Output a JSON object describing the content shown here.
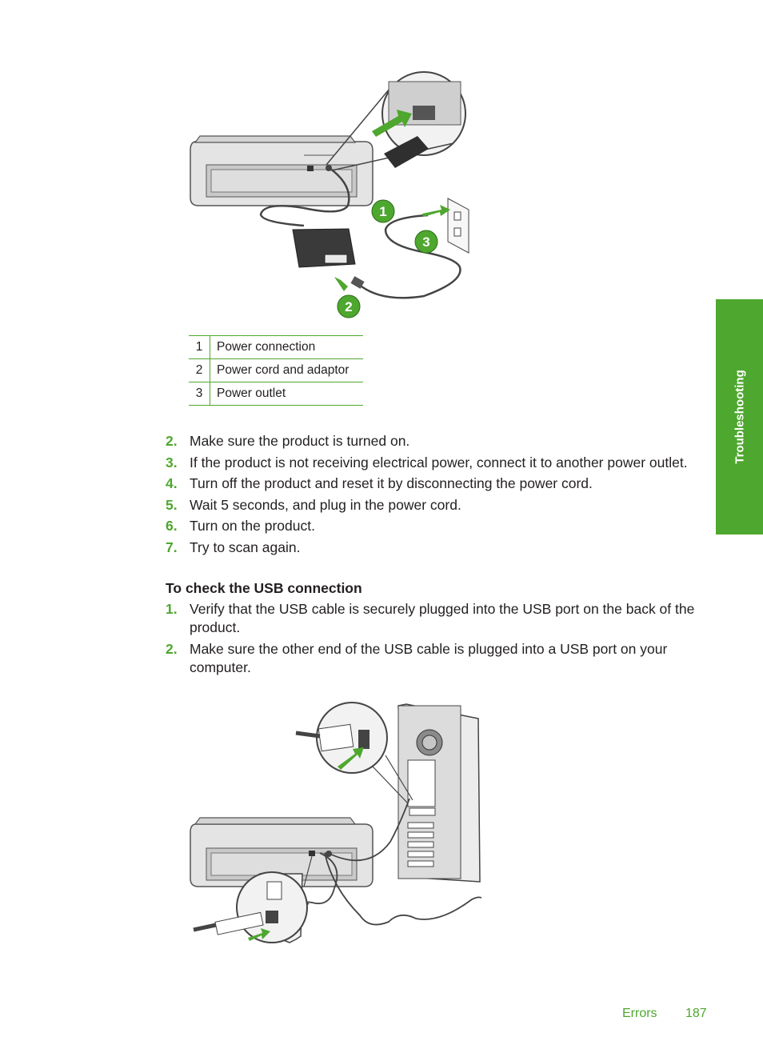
{
  "figure1": {
    "callouts": [
      "1",
      "2",
      "3"
    ],
    "table": [
      {
        "num": "1",
        "label": "Power connection"
      },
      {
        "num": "2",
        "label": "Power cord and adaptor"
      },
      {
        "num": "3",
        "label": "Power outlet"
      }
    ]
  },
  "steps_power": [
    {
      "num": "2.",
      "text": "Make sure the product is turned on."
    },
    {
      "num": "3.",
      "text": "If the product is not receiving electrical power, connect it to another power outlet."
    },
    {
      "num": "4.",
      "text": "Turn off the product and reset it by disconnecting the power cord."
    },
    {
      "num": "5.",
      "text": "Wait 5 seconds, and plug in the power cord."
    },
    {
      "num": "6.",
      "text": "Turn on the product."
    },
    {
      "num": "7.",
      "text": "Try to scan again."
    }
  ],
  "usb_heading": "To check the USB connection",
  "steps_usb": [
    {
      "num": "1.",
      "text": "Verify that the USB cable is securely plugged into the USB port on the back of the product."
    },
    {
      "num": "2.",
      "text": "Make sure the other end of the USB cable is plugged into a USB port on your computer."
    }
  ],
  "side_tab": "Troubleshooting",
  "footer": {
    "section": "Errors",
    "page": "187"
  },
  "colors": {
    "accent": "#4ea72e",
    "text": "#231f20"
  }
}
